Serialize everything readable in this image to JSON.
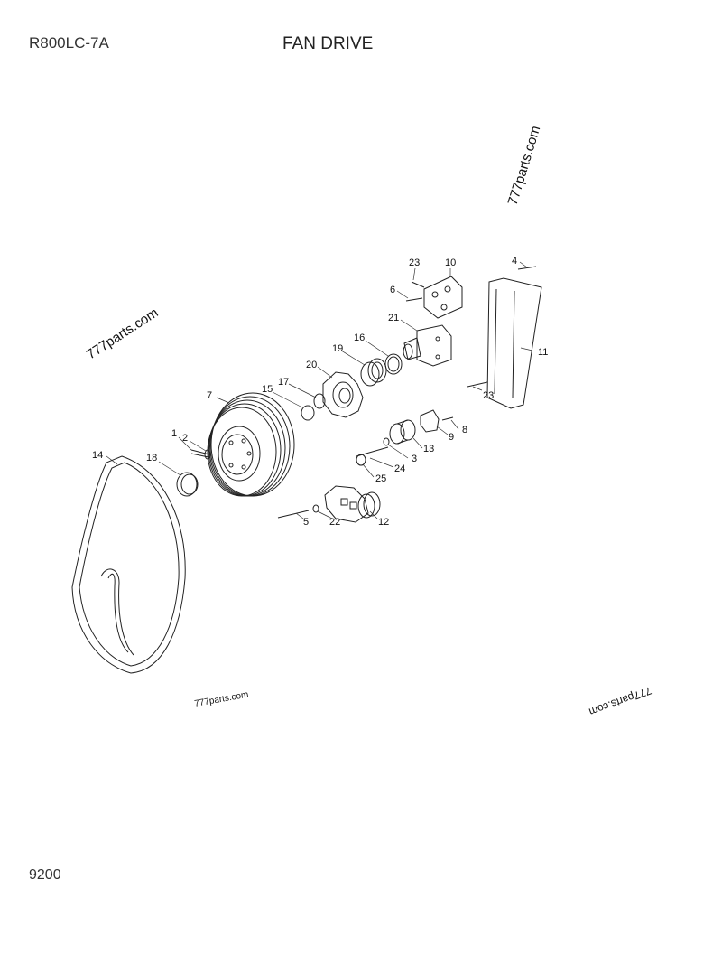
{
  "header": {
    "model": "R800LC-7A",
    "title": "FAN DRIVE"
  },
  "footer": {
    "page_number": "9200"
  },
  "watermarks": [
    "777parts.com",
    "777parts.com",
    "777parts.com",
    "777parts.com"
  ],
  "callouts": [
    "1",
    "2",
    "3",
    "4",
    "5",
    "6",
    "7",
    "8",
    "9",
    "10",
    "11",
    "12",
    "13",
    "14",
    "15",
    "16",
    "17",
    "18",
    "19",
    "20",
    "21",
    "22",
    "23",
    "23",
    "24",
    "25"
  ]
}
